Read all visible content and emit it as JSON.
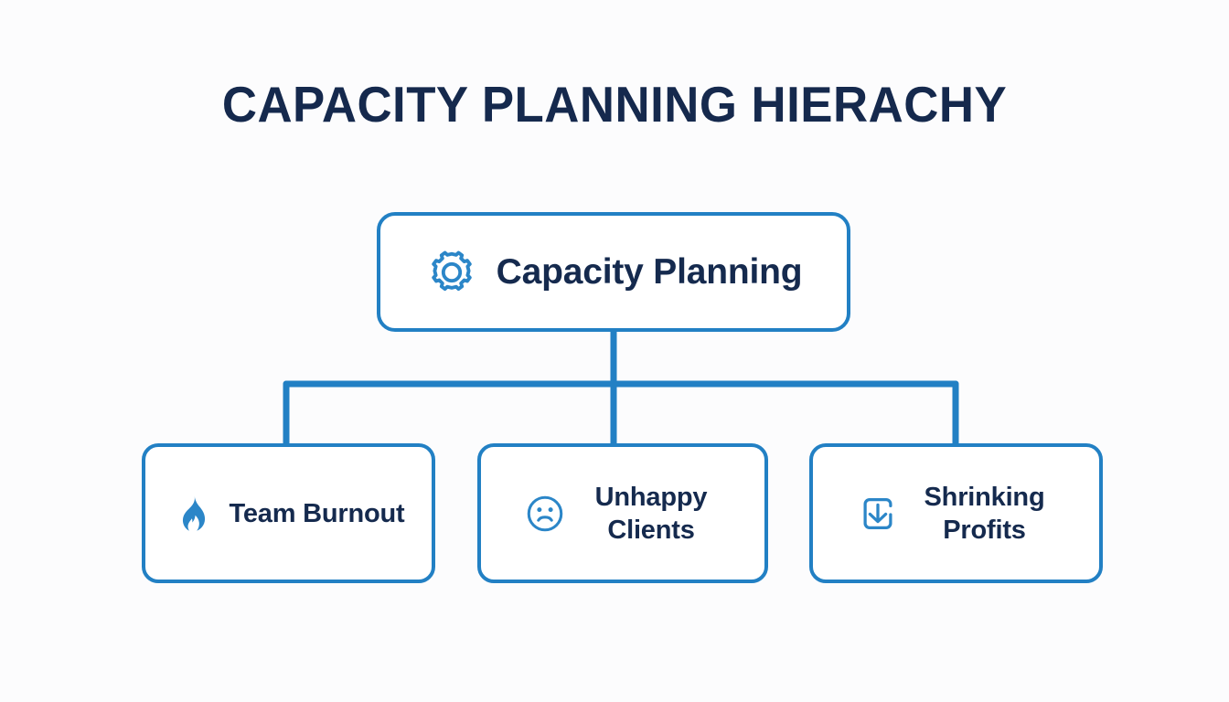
{
  "title": "CAPACITY PLANNING HIERACHY",
  "colors": {
    "background": "#fcfcfd",
    "accent_blue": "#2280c4",
    "title_navy": "#15294d",
    "label_navy": "#152a4e",
    "node_fill": "#ffffff"
  },
  "diagram": {
    "type": "hierarchy-tree",
    "root": {
      "label": "Capacity Planning",
      "icon": "gear-icon"
    },
    "children": [
      {
        "label": "Team Burnout",
        "icon": "flame-icon"
      },
      {
        "label": "Unhappy Clients",
        "icon": "sad-face-icon"
      },
      {
        "label": "Shrinking Profits",
        "icon": "download-arrow-icon"
      }
    ]
  }
}
